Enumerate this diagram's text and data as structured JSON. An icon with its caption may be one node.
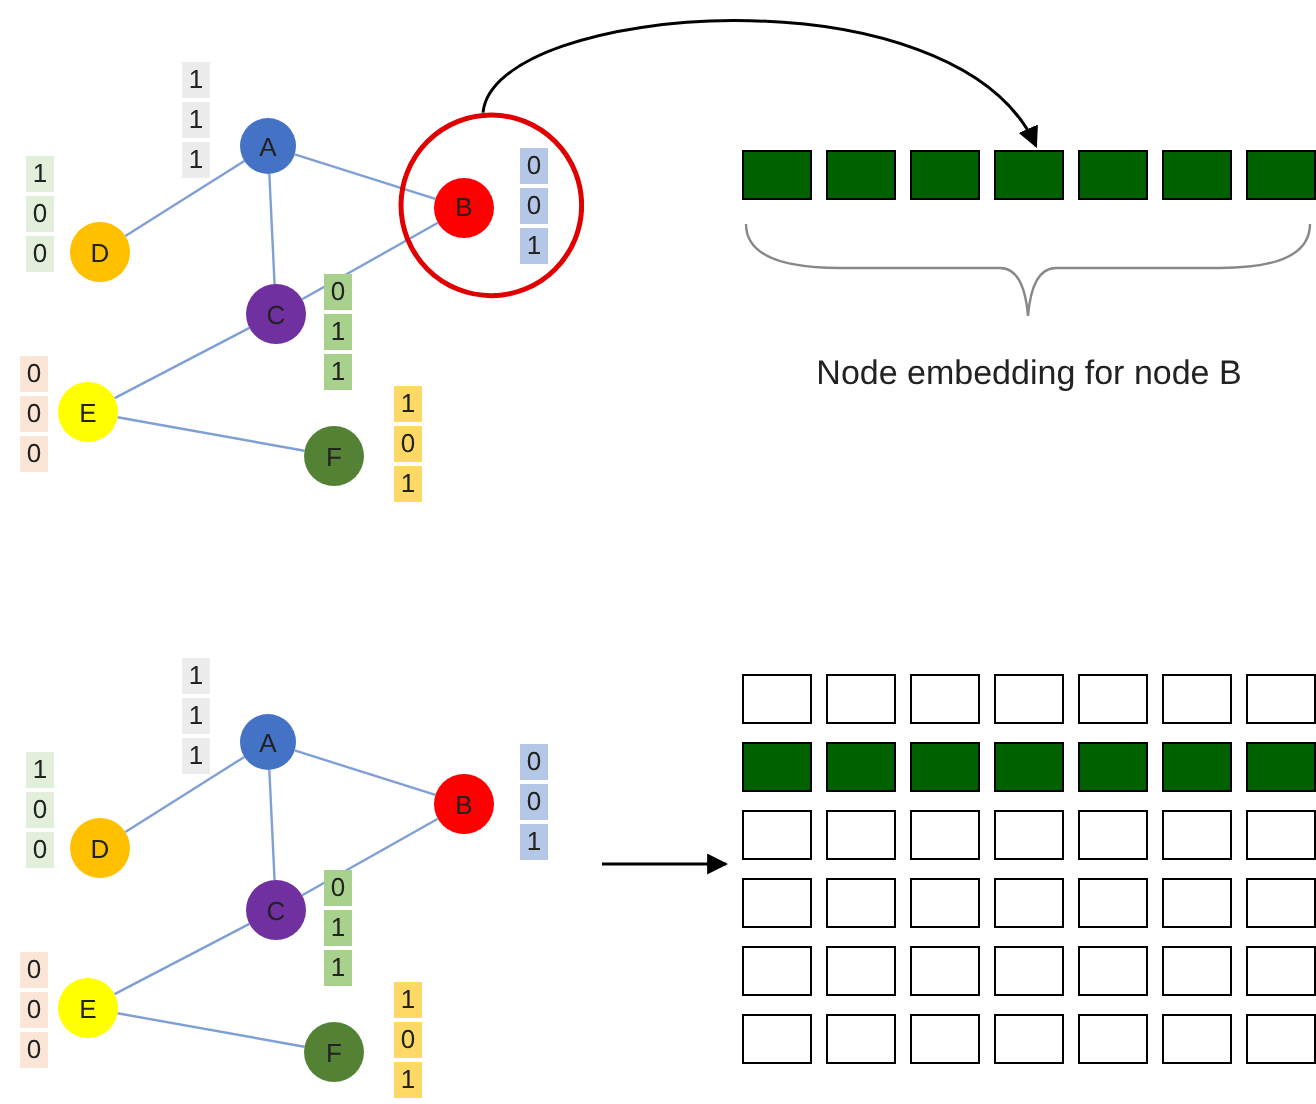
{
  "diagram": {
    "nodes": [
      {
        "text": [
          "A"
        ],
        "beside": [
          "1",
          "1",
          "1"
        ]
      },
      {
        "text": [],
        "shape": "circle"
      },
      {
        "text": [
          "B"
        ],
        "beside": [
          "0",
          "0",
          "1"
        ],
        "in": 1
      },
      {
        "text": [
          "C"
        ],
        "beside": [
          "0",
          "1",
          "1"
        ]
      },
      {
        "text": [
          "D"
        ],
        "beside": [
          "1",
          "0",
          "0"
        ]
      },
      {
        "text": [
          "E"
        ],
        "beside": [
          "0",
          "0",
          "0"
        ]
      },
      {
        "text": [
          "F"
        ],
        "beside": [
          "1",
          "0",
          "1"
        ]
      },
      {
        "text": [],
        "shape": "bar"
      },
      {
        "text": [
          "A"
        ],
        "beside": [
          "1",
          "1",
          "1"
        ]
      },
      {
        "text": [
          "B"
        ],
        "beside": [
          "0",
          "0",
          "1"
        ]
      },
      {
        "text": [
          "C"
        ],
        "beside": [
          "0",
          "1",
          "1"
        ]
      },
      {
        "text": [
          "D"
        ],
        "beside": [
          "1",
          "0",
          "0"
        ]
      },
      {
        "text": [
          "E"
        ],
        "beside": [
          "0",
          "0",
          "0"
        ]
      },
      {
        "text": [
          "F"
        ],
        "beside": [
          "1",
          "0",
          "1"
        ]
      },
      {
        "text": [],
        "shape": "box"
      }
    ],
    "edges": [
      {
        "from": 0,
        "to": 2,
        "arrow": "none"
      },
      {
        "from": 0,
        "to": 4,
        "arrow": "none"
      },
      {
        "from": 0,
        "to": 3,
        "arrow": "none"
      },
      {
        "from": 2,
        "to": 3,
        "arrow": "none"
      },
      {
        "from": 3,
        "to": 5,
        "arrow": "none"
      },
      {
        "from": 5,
        "to": 6,
        "arrow": "none"
      },
      {
        "from": 1,
        "to": 7,
        "arrow": "to",
        "color": "#000000"
      },
      {
        "from": 8,
        "to": 9,
        "arrow": "none"
      },
      {
        "from": 8,
        "to": 11,
        "arrow": "none"
      },
      {
        "from": 8,
        "to": 10,
        "arrow": "none"
      },
      {
        "from": 9,
        "to": 10,
        "arrow": "none"
      },
      {
        "from": 10,
        "to": 12,
        "arrow": "none"
      },
      {
        "from": 12,
        "to": 13,
        "arrow": "none"
      },
      {
        "from": null,
        "to": 14,
        "arrow": "to",
        "color": "#000000"
      }
    ],
    "labels": [
      "Node embedding for node B"
    ]
  }
}
